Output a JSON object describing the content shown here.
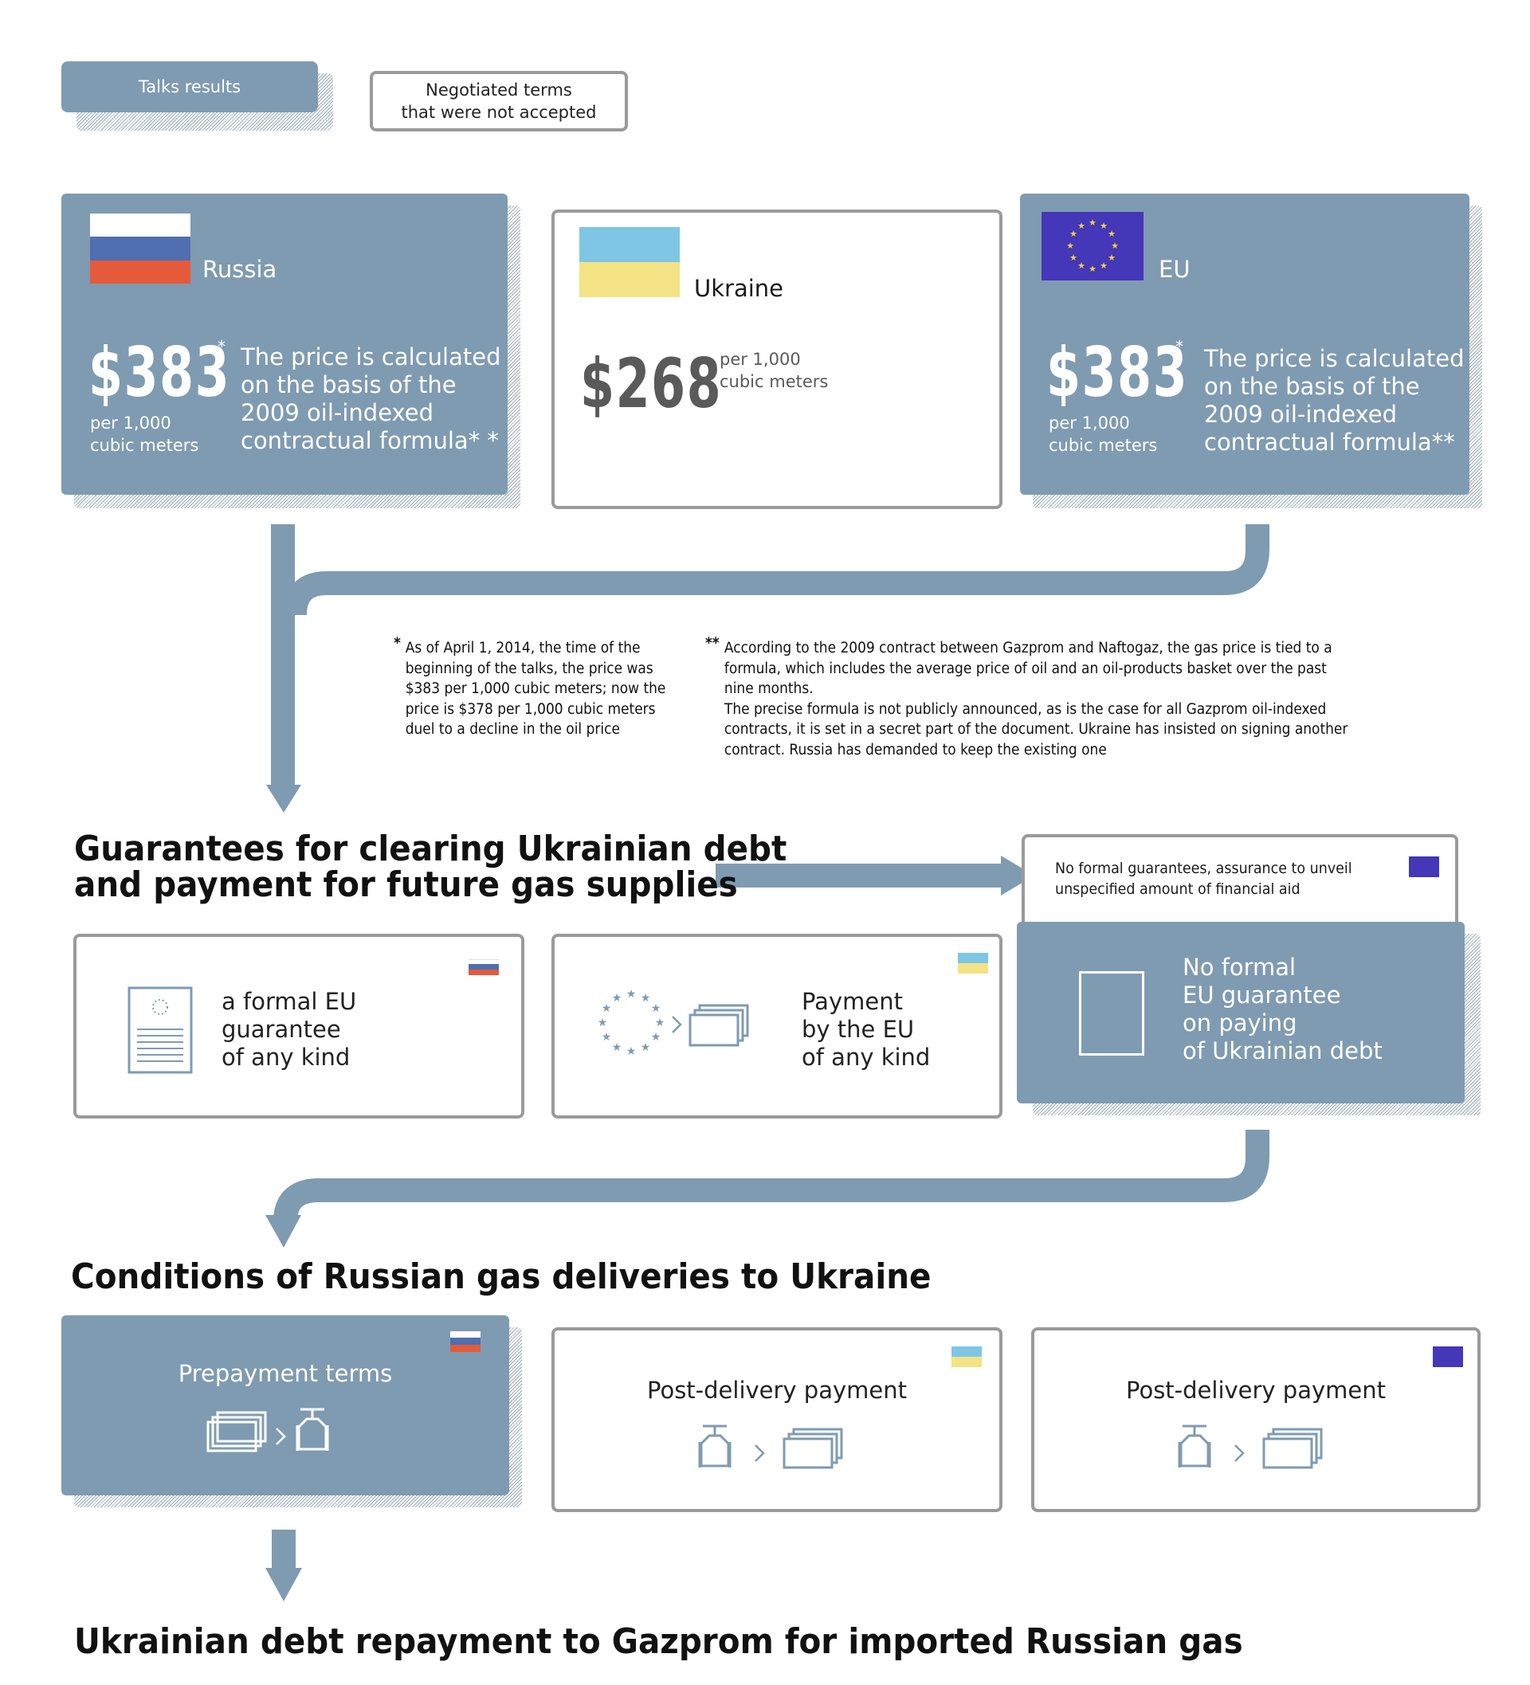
{
  "legend": {
    "accepted_label": "Talks results",
    "not_accepted_line1": "Negotiated terms",
    "not_accepted_line2": "that were not accepted"
  },
  "prices": {
    "russia": {
      "name": "Russia",
      "price": "$383",
      "marker": "*",
      "unit_line1": "per 1,000",
      "unit_line2": "cubic meters",
      "desc_line1": "The price is calculated",
      "desc_line2": "on the basis of the",
      "desc_line3": "2009 oil-indexed",
      "desc_line4": "contractual formula* *"
    },
    "ukraine": {
      "name": "Ukraine",
      "price": "$268",
      "unit_line1": "per 1,000",
      "unit_line2": "cubic meters"
    },
    "eu": {
      "name": "EU",
      "price": "$383",
      "marker": "*",
      "unit_line1": "per 1,000",
      "unit_line2": "cubic meters",
      "desc_line1": "The price is calculated",
      "desc_line2": "on the basis of the",
      "desc_line3": "2009 oil-indexed",
      "desc_line4": "contractual formula**"
    }
  },
  "footnotes": {
    "one_marker": "*",
    "one_lines": [
      "As of April 1, 2014, the time of the",
      "beginning of the talks, the price was",
      "$383 per 1,000 cubic meters; now the",
      "price is $378 per 1,000 cubic meters",
      "duel to a  decline in the oil price"
    ],
    "two_marker": "**",
    "two_lines": [
      "According to the 2009 contract between Gazprom and Naftogaz, the gas price is tied to a",
      "formula, which includes the average price of oil and an oil-products basket over the past",
      "nine months.",
      "The precise formula is not publicly announced, as is the case for all Gazprom oil-indexed",
      "contracts, it is set in a secret part of the document. Ukraine has insisted on signing another",
      "contract. Russia has demanded to keep the existing one"
    ]
  },
  "guarantees": {
    "title_line1": "Guarantees for clearing Ukrainian debt",
    "title_line2": "and payment for future gas supplies",
    "eu_note_line1": "No formal guarantees, assurance to unveil",
    "eu_note_line2": "unspecified amount of financial aid",
    "russia_line1": "a formal EU",
    "russia_line2": "guarantee",
    "russia_line3": "of any kind",
    "ukraine_line1": "Payment",
    "ukraine_line2": "by the EU",
    "ukraine_line3": "of any kind",
    "result_line1": "No formal",
    "result_line2": "EU guarantee",
    "result_line3": "on paying",
    "result_line4": "of Ukrainian debt"
  },
  "conditions": {
    "title": "Conditions of Russian gas deliveries to Ukraine",
    "russia": "Prepayment terms",
    "ukraine": "Post-delivery payment",
    "eu": "Post-delivery payment"
  },
  "final": {
    "title": "Ukrainian debt repayment to Gazprom for imported Russian gas"
  },
  "icons": [
    "russia-flag-icon",
    "ukraine-flag-icon",
    "eu-flag-icon",
    "document-icon",
    "eu-stars-icon",
    "money-stack-icon",
    "gas-valve-icon",
    "chevron-right-icon",
    "arrow-down-icon",
    "arrow-right-icon"
  ],
  "colors": {
    "accent_blue": "#7f9bb1",
    "russia_white": "#ffffff",
    "russia_blue": "#4f6fb0",
    "russia_red": "#e45a3a",
    "ukraine_blue": "#7ec6e4",
    "ukraine_yellow": "#f3e384",
    "eu_blue": "#4437b8",
    "eu_star": "#f2d23c",
    "border_gray": "#9a9a9a"
  }
}
